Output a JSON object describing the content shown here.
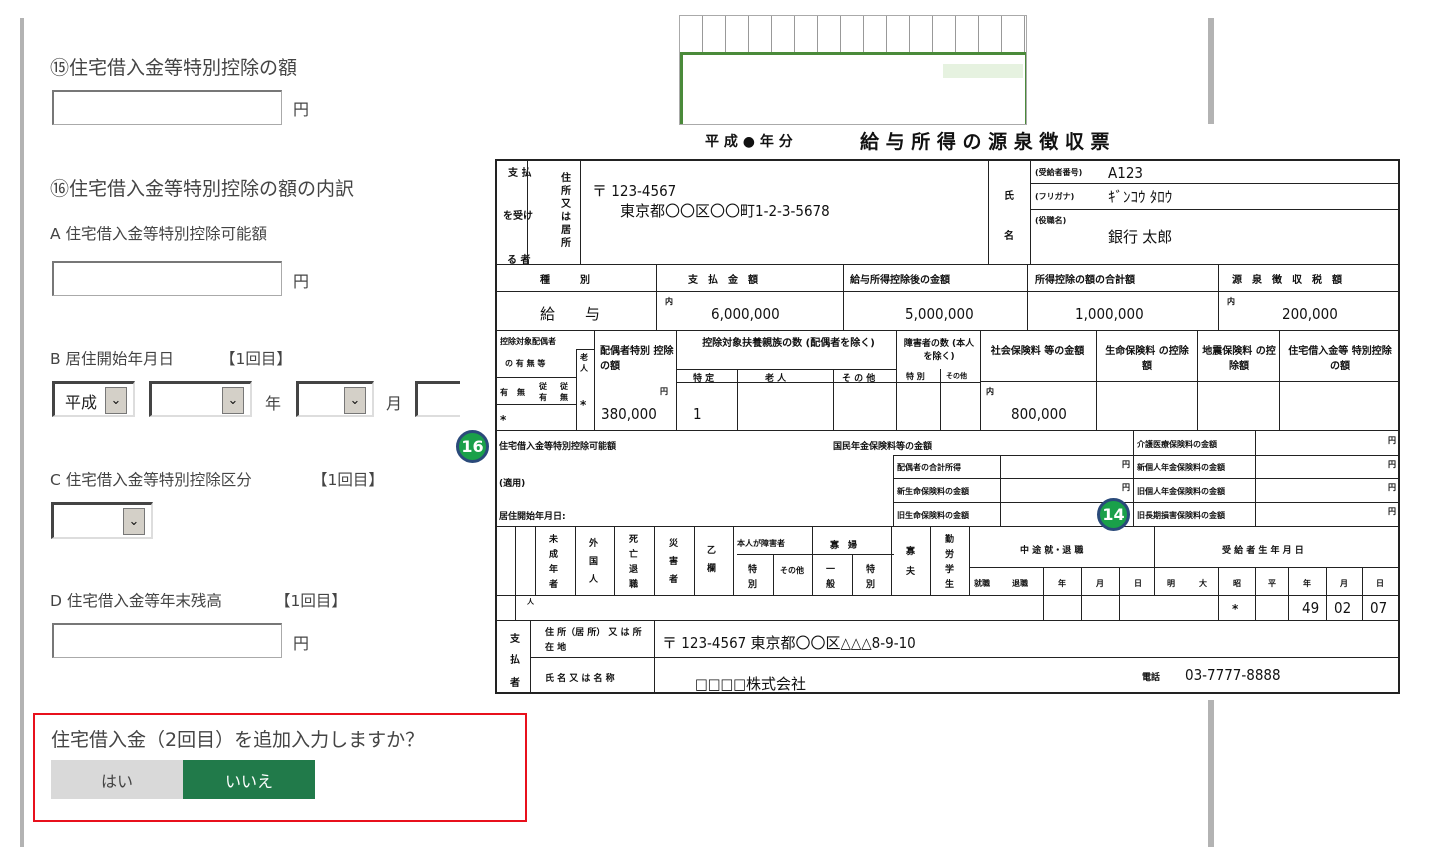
{
  "left_form": {
    "field15": {
      "label": "⑮住宅借入金等特別控除の額",
      "value": "",
      "unit": "円"
    },
    "section16": {
      "label": "⑯住宅借入金等特別控除の額の内訳"
    },
    "fieldA": {
      "label": "A 住宅借入金等特別控除可能額",
      "value": "",
      "unit": "円"
    },
    "fieldB": {
      "label": "B 居住開始年月日",
      "round": "【1回目】",
      "era": "平成",
      "year": "",
      "year_unit": "年",
      "month": "",
      "month_unit": "月",
      "day": ""
    },
    "fieldC": {
      "label": "C 住宅借入金等特別控除区分",
      "round": "【1回目】",
      "value": ""
    },
    "fieldD": {
      "label": "D 住宅借入金等年末残高",
      "round": "【1回目】",
      "value": "",
      "unit": "円"
    },
    "add_prompt": {
      "question": "住宅借入金（2回目）を追加入力しますか？",
      "yes": "はい",
      "no": "いいえ"
    }
  },
  "badges": {
    "b16": "16",
    "b14": "14"
  },
  "slip": {
    "title_prefix": "平 成 ● 年 分",
    "title": "給 与 所 得 の 源 泉 徴 収 票",
    "payee_label1": "支 払",
    "payee_label2": "を受け",
    "payee_label3": "る 者",
    "address_label": "住所又は居所",
    "postal": "〒  123-4567",
    "address": "東京都〇〇区〇〇町1-2-3-5678",
    "name_label1": "氏",
    "name_label2": "名",
    "recipient_no_label": "(受給者番号)",
    "recipient_no": "A123",
    "furigana_label": "(フリガナ)",
    "furigana": "ｷﾞﾝｺｳ  ﾀﾛｳ",
    "position_label": "(役職名)",
    "name": "銀行  太郎",
    "headers": [
      "種　　　別",
      "支　払　金　額",
      "給与所得控除後の金額",
      "所得控除の額の合計額",
      "源　泉　徴　収　税　額"
    ],
    "type": "給　　与",
    "inner": "内",
    "payment": "6,000,000",
    "after_deduction": "5,000,000",
    "total_deduction": "1,000,000",
    "withholding_tax": "200,000",
    "h2": {
      "spouse": "控除対象配偶者",
      "spouse2": "の 有 無 等",
      "elder": "老人",
      "spouse_special": "配偶者特別 控除の額",
      "dependents": "控除対象扶養親族の数 (配偶者を除く)",
      "specific": "特 定",
      "elderly": "老 人",
      "other": "そ の 他",
      "disabled": "障害者の数 (本人を除く)",
      "special": "特 別",
      "disabled_other": "その他",
      "social": "社会保険料 等の金額",
      "life": "生命保険料 の控除額",
      "quake": "地震保険料 の控除額",
      "housing": "住宅借入金等 特別控除の額",
      "yes": "有",
      "no": "無",
      "ju_yes": "従有",
      "ju_no": "従無",
      "star": "*",
      "yen": "円",
      "person": "人"
    },
    "spouse_special_amount": "380,000",
    "specific_count": "1",
    "social_insurance": "800,000",
    "remarks": {
      "housing_possible": "住宅借入金等特別控除可能額",
      "national_pension": "国民年金保険料等の金額",
      "tekiyo": "(適用)",
      "move_in": "居住開始年月日:",
      "spouse_income": "配偶者の合計所得",
      "new_life": "新生命保険料の金額",
      "old_life": "旧生命保険料の金額",
      "care": "介護医療保険料の金額",
      "new_pension": "新個人年金保険料の金額",
      "old_pension": "旧個人年金保険料の金額",
      "old_longterm": "旧長期損害保険料の金額",
      "yen": "円"
    },
    "row6": {
      "minor": "未成年者",
      "foreign": "外国人",
      "death": "死亡退職",
      "disaster": "災害者",
      "otsu": "乙欄",
      "self_disabled": "本人が障害者",
      "widow": "寡　婦",
      "special": "特別",
      "other": "その他",
      "general": "一般",
      "widower": "寡夫",
      "student": "勤労学生",
      "midyear": "中 途 就・退 職",
      "birth": "受 給 者 生 年 月 日",
      "cols": [
        "就職",
        "退職",
        "年",
        "月",
        "日",
        "明",
        "大",
        "昭",
        "平",
        "年",
        "月",
        "日"
      ],
      "birth_star": "*",
      "birth_year": "49",
      "birth_month": "02",
      "birth_day": "07"
    },
    "payer": {
      "label": [
        "支",
        "払",
        "者"
      ],
      "address_label": "住 所（居 所） 又 は 所 在 地",
      "address": "〒  123-4567  東京都〇〇区△△△8-9-10",
      "name_label": "氏 名 又 は 名 称",
      "name": "□□□□株式会社",
      "tel_label": "電話",
      "tel": "03-7777-8888"
    }
  }
}
